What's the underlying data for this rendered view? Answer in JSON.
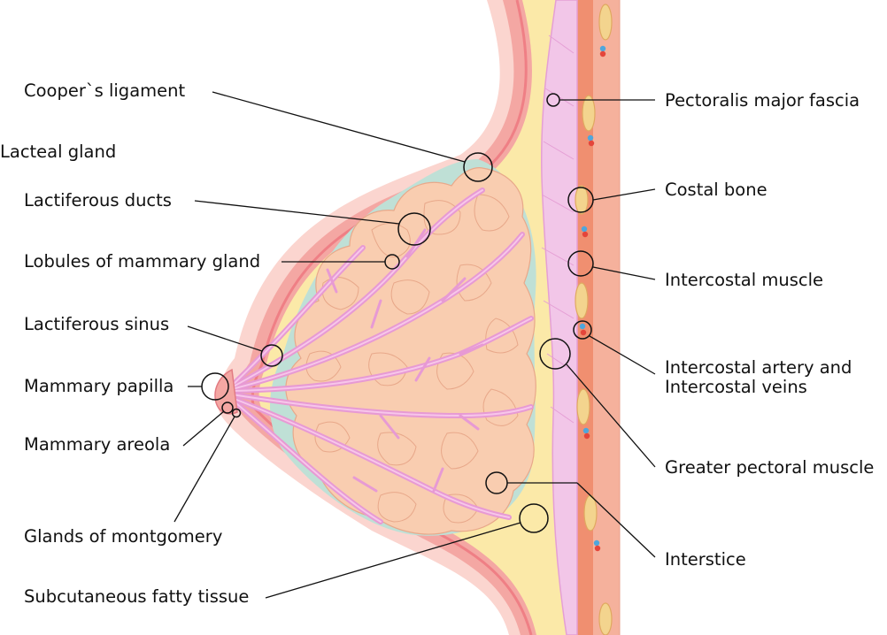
{
  "labels": {
    "coopers_ligament": "Cooper`s ligament",
    "lacteal_gland": "Lacteal gland",
    "lactiferous_ducts": "Lactiferous ducts",
    "lobules": "Lobules of mammary gland",
    "lactiferous_sinus": "Lactiferous sinus",
    "mammary_papilla": "Mammary papilla",
    "mammary_areola": "Mammary areola",
    "glands_of_montgomery": "Glands of montgomery",
    "subcutaneous_fat": "Subcutaneous fatty tissue",
    "pectoralis_fascia": "Pectoralis major fascia",
    "costal_bone": "Costal bone",
    "intercostal_muscle": "Intercostal muscle",
    "intercostal_artery_1": "Intercostal artery and",
    "intercostal_artery_2": "Intercostal veins",
    "greater_pectoral": "Greater pectoral muscle",
    "interstice": "Interstice"
  },
  "colors": {
    "skin": "#f4a7a3",
    "skin_light": "#fbd5cf",
    "dermis": "#ef7f85",
    "fat": "#fbe9a8",
    "gland_tissue": "#f9cdb0",
    "connective": "#bfe0d6",
    "duct": "#e79ad4",
    "pectoral_muscle": "#f2c6e8",
    "rib_muscle": "#f08f70",
    "chest_wall": "#f5b19c",
    "bone": "#f3d48e",
    "artery": "#e4453b",
    "vein": "#4fa6dc",
    "leader_line": "#111111"
  }
}
